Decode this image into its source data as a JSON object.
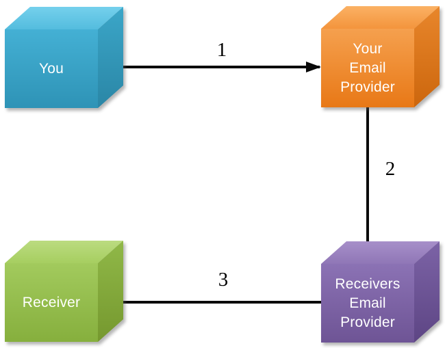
{
  "diagram": {
    "description": "Email delivery flow diagram with four 3D boxes and three numbered arrows",
    "background_color": "#ffffff",
    "arrow_color": "#0a0a0a",
    "text_color": "#ffffff",
    "nodes": [
      {
        "id": "you",
        "label": "You",
        "lines": [
          "You"
        ],
        "faces": {
          "top": [
            "#74D0EC",
            "#53BCDE"
          ],
          "front": [
            "#44B0D4",
            "#2E93B6"
          ],
          "side": [
            "#3BA6C8",
            "#2A86A6"
          ]
        }
      },
      {
        "id": "your-email-provider",
        "label": "Your Email Provider",
        "lines": [
          "Your",
          "Email",
          "Provider"
        ],
        "faces": {
          "top": [
            "#FBB164",
            "#F3943C"
          ],
          "front": [
            "#F5A04E",
            "#E87816"
          ],
          "side": [
            "#E8862B",
            "#CC660D"
          ]
        }
      },
      {
        "id": "receivers-email-provider",
        "label": "Receivers Email Provider",
        "lines": [
          "Receivers",
          "Email",
          "Provider"
        ],
        "faces": {
          "top": [
            "#A78FC9",
            "#8F76B6"
          ],
          "front": [
            "#8B72B4",
            "#6E5495"
          ],
          "side": [
            "#7C63A6",
            "#5D4584"
          ]
        }
      },
      {
        "id": "receiver",
        "label": "Receiver",
        "lines": [
          "Receiver"
        ],
        "faces": {
          "top": [
            "#BBDB80",
            "#A6CE60"
          ],
          "front": [
            "#A2CA5D",
            "#86AF3D"
          ],
          "side": [
            "#90B848",
            "#75982E"
          ]
        }
      }
    ],
    "arrows": [
      {
        "label": "1",
        "from": "you",
        "to": "your-email-provider"
      },
      {
        "label": "2",
        "from": "your-email-provider",
        "to": "receivers-email-provider"
      },
      {
        "label": "3",
        "from": "receivers-email-provider",
        "to": "receiver"
      }
    ]
  }
}
